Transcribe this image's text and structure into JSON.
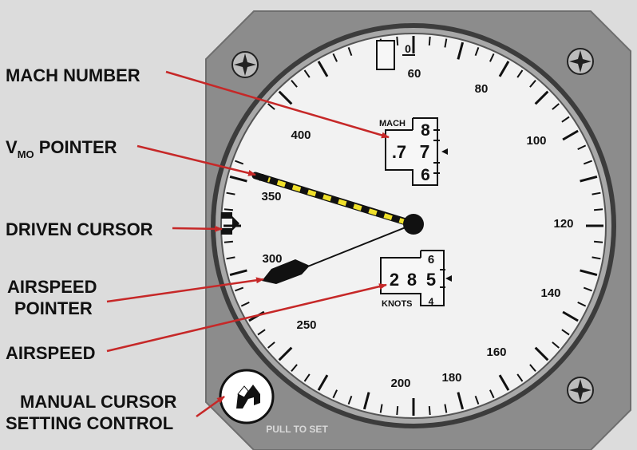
{
  "callouts": {
    "mach_number": "MACH NUMBER",
    "vmo_main": "V",
    "vmo_sub": "MO",
    "vmo_rest": " POINTER",
    "driven_cursor": "DRIVEN CURSOR",
    "airspeed_pointer_1": "AIRSPEED",
    "airspeed_pointer_2": "POINTER",
    "airspeed": "AIRSPEED",
    "manual_cursor_1": "MANUAL CURSOR",
    "manual_cursor_2": "SETTING CONTROL"
  },
  "scale_labels": {
    "l60": "60",
    "l80": "80",
    "l100": "100",
    "l120": "120",
    "l140": "140",
    "l160": "160",
    "l180": "180",
    "l200": "200",
    "l250": "250",
    "l300": "300",
    "l350": "350",
    "l400": "400"
  },
  "mach_window": {
    "label": "MACH",
    "decimal": ".7",
    "top_digit": "8",
    "current_digit": "7",
    "bottom_digit": "6"
  },
  "knots_window": {
    "label": "KNOTS",
    "hundreds": "2",
    "tens": "8",
    "units": "5",
    "units_above": "6",
    "units_below": "4"
  },
  "flag_window": {
    "digit": "0"
  },
  "knob": {
    "label": "PULL TO SET"
  },
  "colors": {
    "bezel": "#8c8c8c",
    "dial_face": "#f2f2f2",
    "callout_red": "#c62828",
    "stripe_yellow": "#f0e02a",
    "pointer": "#111111"
  }
}
